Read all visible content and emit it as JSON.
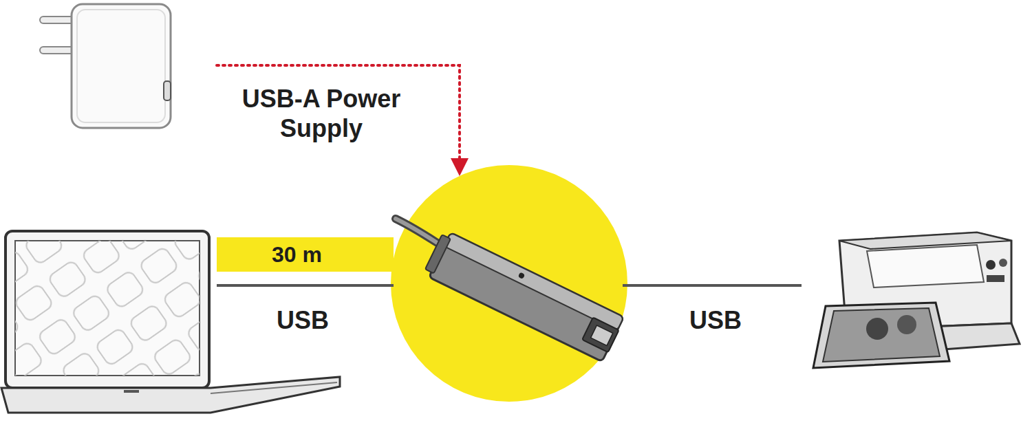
{
  "diagram": {
    "nodes": [
      {
        "text": [
          "30 m"
        ]
      }
    ],
    "labels": [
      "USB-A Power Supply",
      "USB",
      "USB"
    ]
  }
}
